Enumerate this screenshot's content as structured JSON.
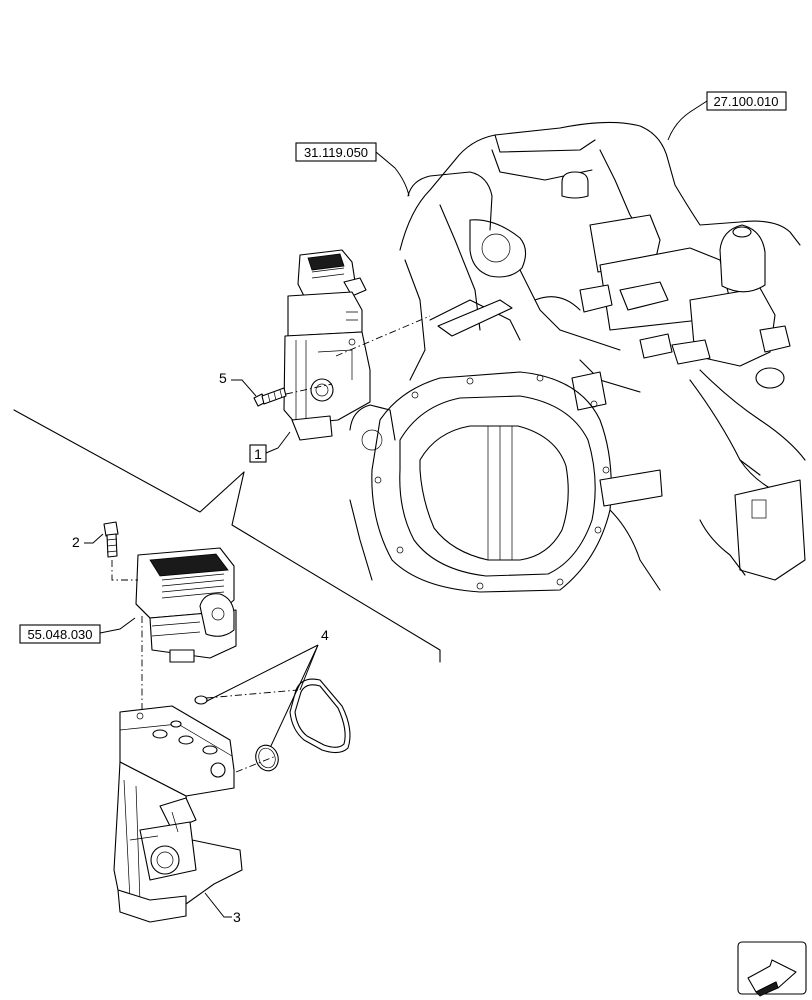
{
  "references": {
    "transmission_ref": "27.100.010",
    "housing_ref": "31.119.050",
    "controller_ref": "55.048.030"
  },
  "item_numbers": {
    "assembly": "1",
    "bolt_small": "2",
    "valve_body": "3",
    "seals": "4",
    "bolt_mount": "5"
  },
  "icons": {
    "navigation": "next-page-arrow-icon"
  }
}
